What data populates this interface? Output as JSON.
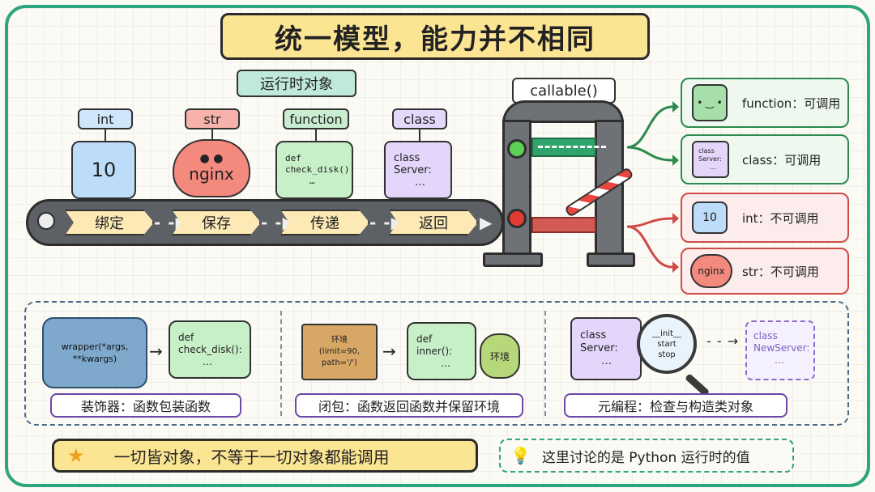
{
  "title": "统一模型，能力并不相同",
  "runtime_objects_label": "运行时对象",
  "objects": [
    {
      "type": "int",
      "value": "10"
    },
    {
      "type": "str",
      "value": "nginx"
    },
    {
      "type": "function",
      "value_lines": [
        "def",
        "check_disk():",
        "…"
      ]
    },
    {
      "type": "class",
      "value_lines": [
        "class",
        "Server:",
        "…"
      ]
    }
  ],
  "conveyor_steps": [
    "绑定",
    "保存",
    "传递",
    "返回"
  ],
  "gate_label": "callable()",
  "results": [
    {
      "icon_lines": [],
      "text": "function：可调用",
      "status": "callable"
    },
    {
      "icon_lines": [
        "class",
        "Server:",
        "…"
      ],
      "text": "class：可调用",
      "status": "callable"
    },
    {
      "icon_lines": [
        "10"
      ],
      "text": "int：不可调用",
      "status": "not-callable"
    },
    {
      "icon_lines": [
        "nginx"
      ],
      "text": "str：不可调用",
      "status": "not-callable"
    }
  ],
  "sections": [
    {
      "shirt_text": [
        "wrapper(*args,",
        "**kwargs)"
      ],
      "code_lines": [
        "def",
        "check_disk():",
        "…"
      ],
      "label": "装饰器：函数包装函数"
    },
    {
      "box_lines": [
        "环境",
        "(limit=90,",
        "path='/')"
      ],
      "code_lines": [
        "def",
        "inner():",
        "…"
      ],
      "bag_text": "环境",
      "label": "闭包：函数返回函数并保留环境"
    },
    {
      "class_lines": [
        "class",
        "Server:",
        "…"
      ],
      "lens_lines": [
        "__init__",
        "start",
        "stop"
      ],
      "new_class_lines": [
        "class",
        "NewServer:",
        "…"
      ],
      "label": "元编程：检查与构造类对象"
    }
  ],
  "footer_left": "一切皆对象，不等于一切对象都能调用",
  "footer_right": "这里讨论的是 Python 运行时的值",
  "colors": {
    "frame": "#2fa57f",
    "title_bg": "#fbe593",
    "green": "#2c8a4e",
    "red": "#cf4a48",
    "purple_border": "#6b47a8"
  }
}
